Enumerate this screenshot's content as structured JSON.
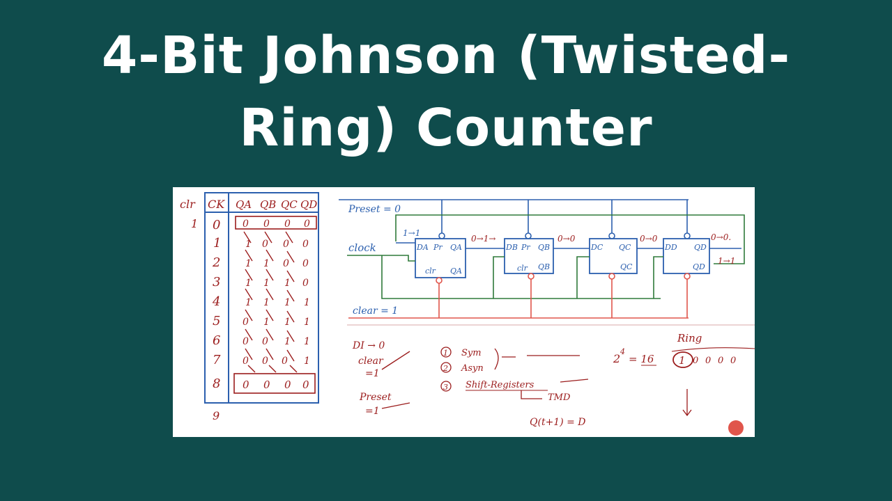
{
  "slide": {
    "title_line1": "4-Bit Johnson (Twisted-",
    "title_line2": "Ring) Counter"
  },
  "colors": {
    "background": "#0f4c4c",
    "title": "#ffffff",
    "ink_red": "#9b1c1c",
    "ink_blue": "#2b5fae",
    "ink_green": "#2f7a3a",
    "ink_orange": "#e0554b"
  },
  "table": {
    "headers": [
      "clr",
      "CK",
      "QA",
      "QB",
      "QC",
      "QD"
    ],
    "clr_value": "1",
    "clock_steps": [
      "0",
      "1",
      "2",
      "3",
      "4",
      "5",
      "6",
      "7",
      "8",
      "9"
    ],
    "row0_state": [
      "0",
      "0",
      "0",
      "0"
    ],
    "row8_state": [
      "0",
      "0",
      "0",
      "0"
    ]
  },
  "circuit": {
    "preset_label": "Preset = 0",
    "clock_label": "clock",
    "clear_label": "clear = 1",
    "input_note": "1→1",
    "ff1": {
      "d": "DA",
      "pr": "Pr",
      "q": "QA",
      "clr": "clr",
      "qbar": "QA"
    },
    "ff2": {
      "d": "DB",
      "pr": "Pr",
      "q": "QB",
      "clr": "clr",
      "qbar": "QB"
    },
    "ff3": {
      "d": "DC",
      "q": "QC",
      "qbar": "QC"
    },
    "ff4": {
      "d": "DD",
      "q": "QD",
      "qbar": "QD"
    },
    "between_notes": [
      "0→1→",
      "0→0",
      "0→0",
      "0→0."
    ],
    "output_note": "1→1"
  },
  "notes": {
    "di_note": "DI → 0",
    "clear_note": "clear",
    "clear_value": "=1",
    "preset_note": "Preset",
    "preset_value": "=1",
    "list": [
      {
        "num": "1",
        "text": "Sym"
      },
      {
        "num": "2",
        "text": "Asyn"
      },
      {
        "num": "3",
        "text": "Shift-Registers"
      }
    ],
    "tmd": "TMD",
    "equation": "Q(t+1) = D",
    "power_base": "2",
    "power_exp": "4",
    "power_result": "= 16",
    "ring_label": "Ring",
    "ring_first": "1",
    "ring_bits": [
      "0",
      "0",
      "0",
      "0"
    ]
  }
}
